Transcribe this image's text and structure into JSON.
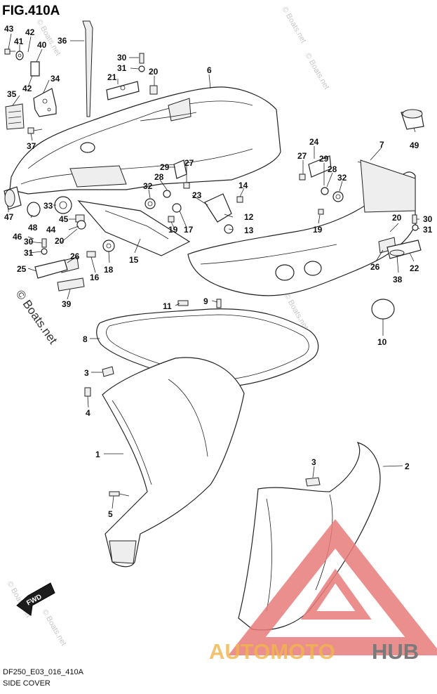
{
  "figure": {
    "title": "FIG.410A",
    "code": "DF250_E03_016_410A",
    "caption": "SIDE COVER"
  },
  "direction_label": "FWD",
  "watermark": {
    "text": "© Boats.net"
  },
  "brand": {
    "auto": "AUTOMOTO",
    "hub": "HUB",
    "accent": "#e87a7a",
    "hub_color": "#7a7a7a"
  },
  "callouts": [
    {
      "id": "c43",
      "text": "43"
    },
    {
      "id": "c42a",
      "text": "42"
    },
    {
      "id": "c41",
      "text": "41"
    },
    {
      "id": "c40",
      "text": "40"
    },
    {
      "id": "c36",
      "text": "36"
    },
    {
      "id": "c42b",
      "text": "42"
    },
    {
      "id": "c34",
      "text": "34"
    },
    {
      "id": "c35",
      "text": "35"
    },
    {
      "id": "c37",
      "text": "37"
    },
    {
      "id": "c30a",
      "text": "30"
    },
    {
      "id": "c31a",
      "text": "31"
    },
    {
      "id": "c20a",
      "text": "20"
    },
    {
      "id": "c21",
      "text": "21"
    },
    {
      "id": "c6",
      "text": "6"
    },
    {
      "id": "c49",
      "text": "49"
    },
    {
      "id": "c7",
      "text": "7"
    },
    {
      "id": "c24",
      "text": "24"
    },
    {
      "id": "c27a",
      "text": "27"
    },
    {
      "id": "c29a",
      "text": "29"
    },
    {
      "id": "c28a",
      "text": "28"
    },
    {
      "id": "c32a",
      "text": "32"
    },
    {
      "id": "c29b",
      "text": "29"
    },
    {
      "id": "c27b",
      "text": "27"
    },
    {
      "id": "c28b",
      "text": "28"
    },
    {
      "id": "c32b",
      "text": "32"
    },
    {
      "id": "c23",
      "text": "23"
    },
    {
      "id": "c14",
      "text": "14"
    },
    {
      "id": "c12",
      "text": "12"
    },
    {
      "id": "c13",
      "text": "13"
    },
    {
      "id": "c19a",
      "text": "19"
    },
    {
      "id": "c17",
      "text": "17"
    },
    {
      "id": "c19b",
      "text": "19"
    },
    {
      "id": "c20b",
      "text": "20"
    },
    {
      "id": "c30b",
      "text": "30"
    },
    {
      "id": "c31b",
      "text": "31"
    },
    {
      "id": "c47",
      "text": "47"
    },
    {
      "id": "c48",
      "text": "48"
    },
    {
      "id": "c33",
      "text": "33"
    },
    {
      "id": "c45",
      "text": "45"
    },
    {
      "id": "c44",
      "text": "44"
    },
    {
      "id": "c46",
      "text": "46"
    },
    {
      "id": "c20c",
      "text": "20"
    },
    {
      "id": "c30c",
      "text": "30"
    },
    {
      "id": "c31c",
      "text": "31"
    },
    {
      "id": "c26a",
      "text": "26"
    },
    {
      "id": "c16",
      "text": "16"
    },
    {
      "id": "c18",
      "text": "18"
    },
    {
      "id": "c15",
      "text": "15"
    },
    {
      "id": "c25",
      "text": "25"
    },
    {
      "id": "c39",
      "text": "39"
    },
    {
      "id": "c26b",
      "text": "26"
    },
    {
      "id": "c22",
      "text": "22"
    },
    {
      "id": "c38",
      "text": "38"
    },
    {
      "id": "c11",
      "text": "11"
    },
    {
      "id": "c9",
      "text": "9"
    },
    {
      "id": "c10",
      "text": "10"
    },
    {
      "id": "c8",
      "text": "8"
    },
    {
      "id": "c3a",
      "text": "3"
    },
    {
      "id": "c4",
      "text": "4"
    },
    {
      "id": "c1",
      "text": "1"
    },
    {
      "id": "c2",
      "text": "2"
    },
    {
      "id": "c3b",
      "text": "3"
    },
    {
      "id": "c5",
      "text": "5"
    }
  ]
}
